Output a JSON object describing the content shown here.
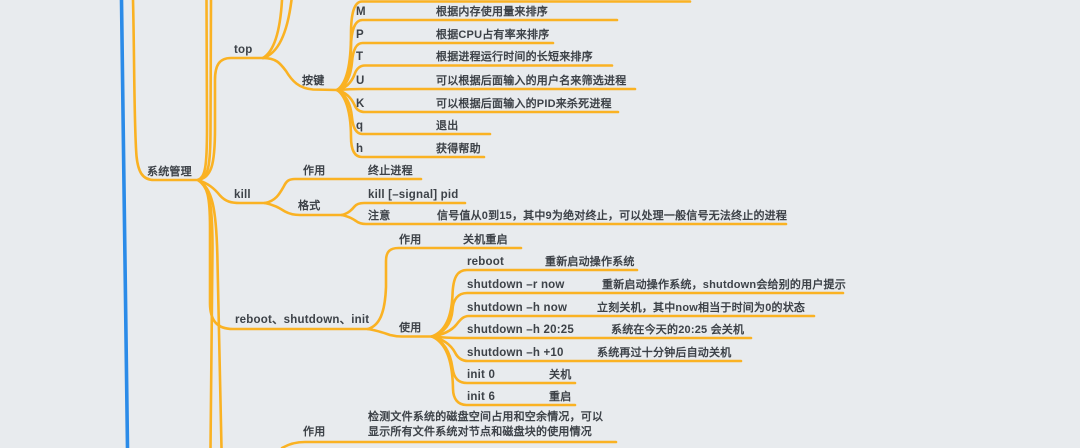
{
  "colors": {
    "branch_orange": "#FAB223",
    "trunk_blue": "#2B8BE8",
    "background": "#E8EBEE",
    "text": "#3D4248"
  },
  "map": {
    "branch_label": "系统管理",
    "top": {
      "label": "top",
      "keys_label": "按键",
      "keys": [
        {
          "key": "M",
          "desc": "根据内存使用量来排序"
        },
        {
          "key": "P",
          "desc": "根据CPU占有率来排序"
        },
        {
          "key": "T",
          "desc": "根据进程运行时间的长短来排序"
        },
        {
          "key": "U",
          "desc": "可以根据后面输入的用户名来筛选进程"
        },
        {
          "key": "K",
          "desc": "可以根据后面输入的PID来杀死进程"
        },
        {
          "key": "q",
          "desc": "退出"
        },
        {
          "key": "h",
          "desc": "获得帮助"
        }
      ]
    },
    "kill": {
      "label": "kill",
      "role_label": "作用",
      "role": "终止进程",
      "format_label": "格式",
      "format": "kill [–signal] pid",
      "note_label": "注意",
      "note": "信号值从0到15，其中9为绝对终止，可以处理一般信号无法终止的进程"
    },
    "reboot": {
      "label": "reboot、shutdown、init",
      "role_label": "作用",
      "role": "关机重启",
      "usage_label": "使用",
      "usage": [
        {
          "cmd": "reboot",
          "desc": "重新启动操作系统"
        },
        {
          "cmd": "shutdown –r now",
          "desc": "重新启动操作系统，shutdown会给别的用户提示"
        },
        {
          "cmd": "shutdown –h now",
          "desc": "立刻关机，其中now相当于时间为0的状态"
        },
        {
          "cmd": "shutdown –h 20:25",
          "desc": "系统在今天的20:25 会关机"
        },
        {
          "cmd": "shutdown –h +10",
          "desc": "系统再过十分钟后自动关机"
        },
        {
          "cmd": "init 0",
          "desc": "关机"
        },
        {
          "cmd": "init 6",
          "desc": "重启"
        }
      ]
    },
    "df": {
      "role_label": "作用",
      "role_line1": "检测文件系统的磁盘空间占用和空余情况，可以",
      "role_line2": "显示所有文件系统对节点和磁盘块的使用情况"
    }
  }
}
